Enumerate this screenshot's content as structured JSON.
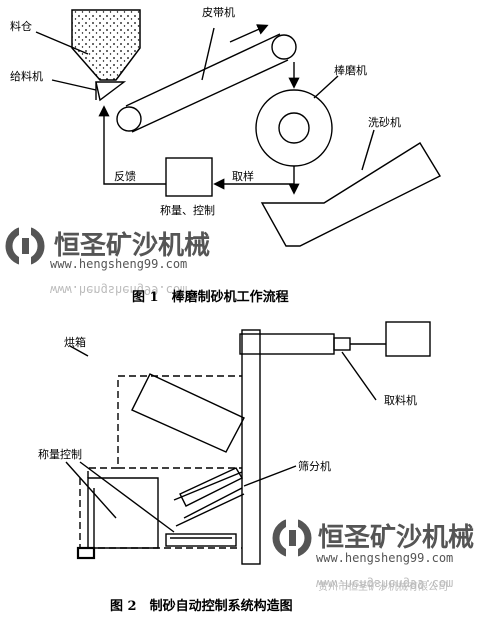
{
  "figure1": {
    "labels": {
      "hopper": "料仓",
      "feeder": "给料机",
      "belt": "皮带机",
      "rod_mill": "棒磨机",
      "sand_washer": "洗砂机",
      "sampling": "取样",
      "feedback": "反馈",
      "weigh_control": "称量、控制"
    },
    "caption": "图 1　棒磨制砂机工作流程"
  },
  "figure2": {
    "labels": {
      "oven": "烘箱",
      "sampler": "取料机",
      "weigh_control": "称量控制",
      "separator": "筛分机"
    },
    "caption": "图 2　制砂自动控制系统构造图"
  },
  "watermark": {
    "brand": "恒圣矿沙机械",
    "url": "www.hengsheng99.com",
    "company": "贵州市恒圣矿沙机械有限公司"
  },
  "colors": {
    "ink": "#000000",
    "watermark": "#555555",
    "watermark_faint": "#bbbbbb"
  }
}
